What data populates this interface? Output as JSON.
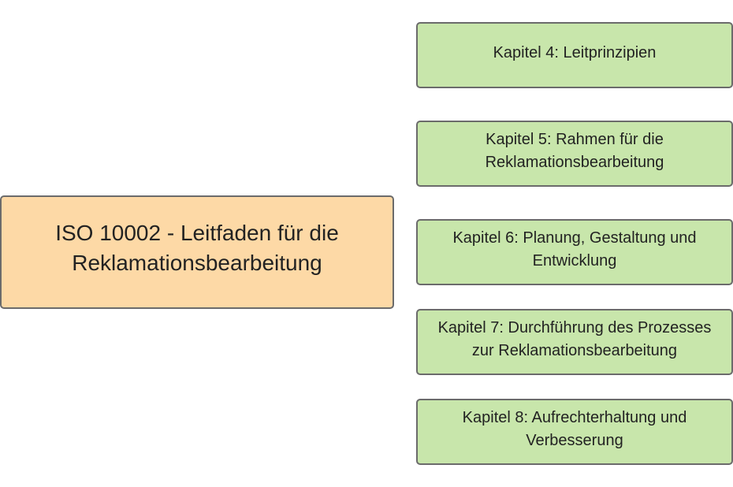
{
  "root": {
    "line1": "ISO 10002 - Leitfaden für die",
    "line2": "Reklamationsbearbeitung",
    "color": "#fdd9a6"
  },
  "chapters": [
    {
      "line1": "Kapitel 4: Leitprinzipien",
      "line2": ""
    },
    {
      "line1": "Kapitel 5: Rahmen für die",
      "line2": "Reklamationsbearbeitung"
    },
    {
      "line1": "Kapitel 6: Planung, Gestaltung und",
      "line2": "Entwicklung"
    },
    {
      "line1": "Kapitel 7: Durchführung des Prozesses",
      "line2": "zur Reklamationsbearbeitung"
    },
    {
      "line1": "Kapitel 8: Aufrechterhaltung und",
      "line2": "Verbesserung"
    }
  ],
  "chapter_color": "#c8e6ab"
}
